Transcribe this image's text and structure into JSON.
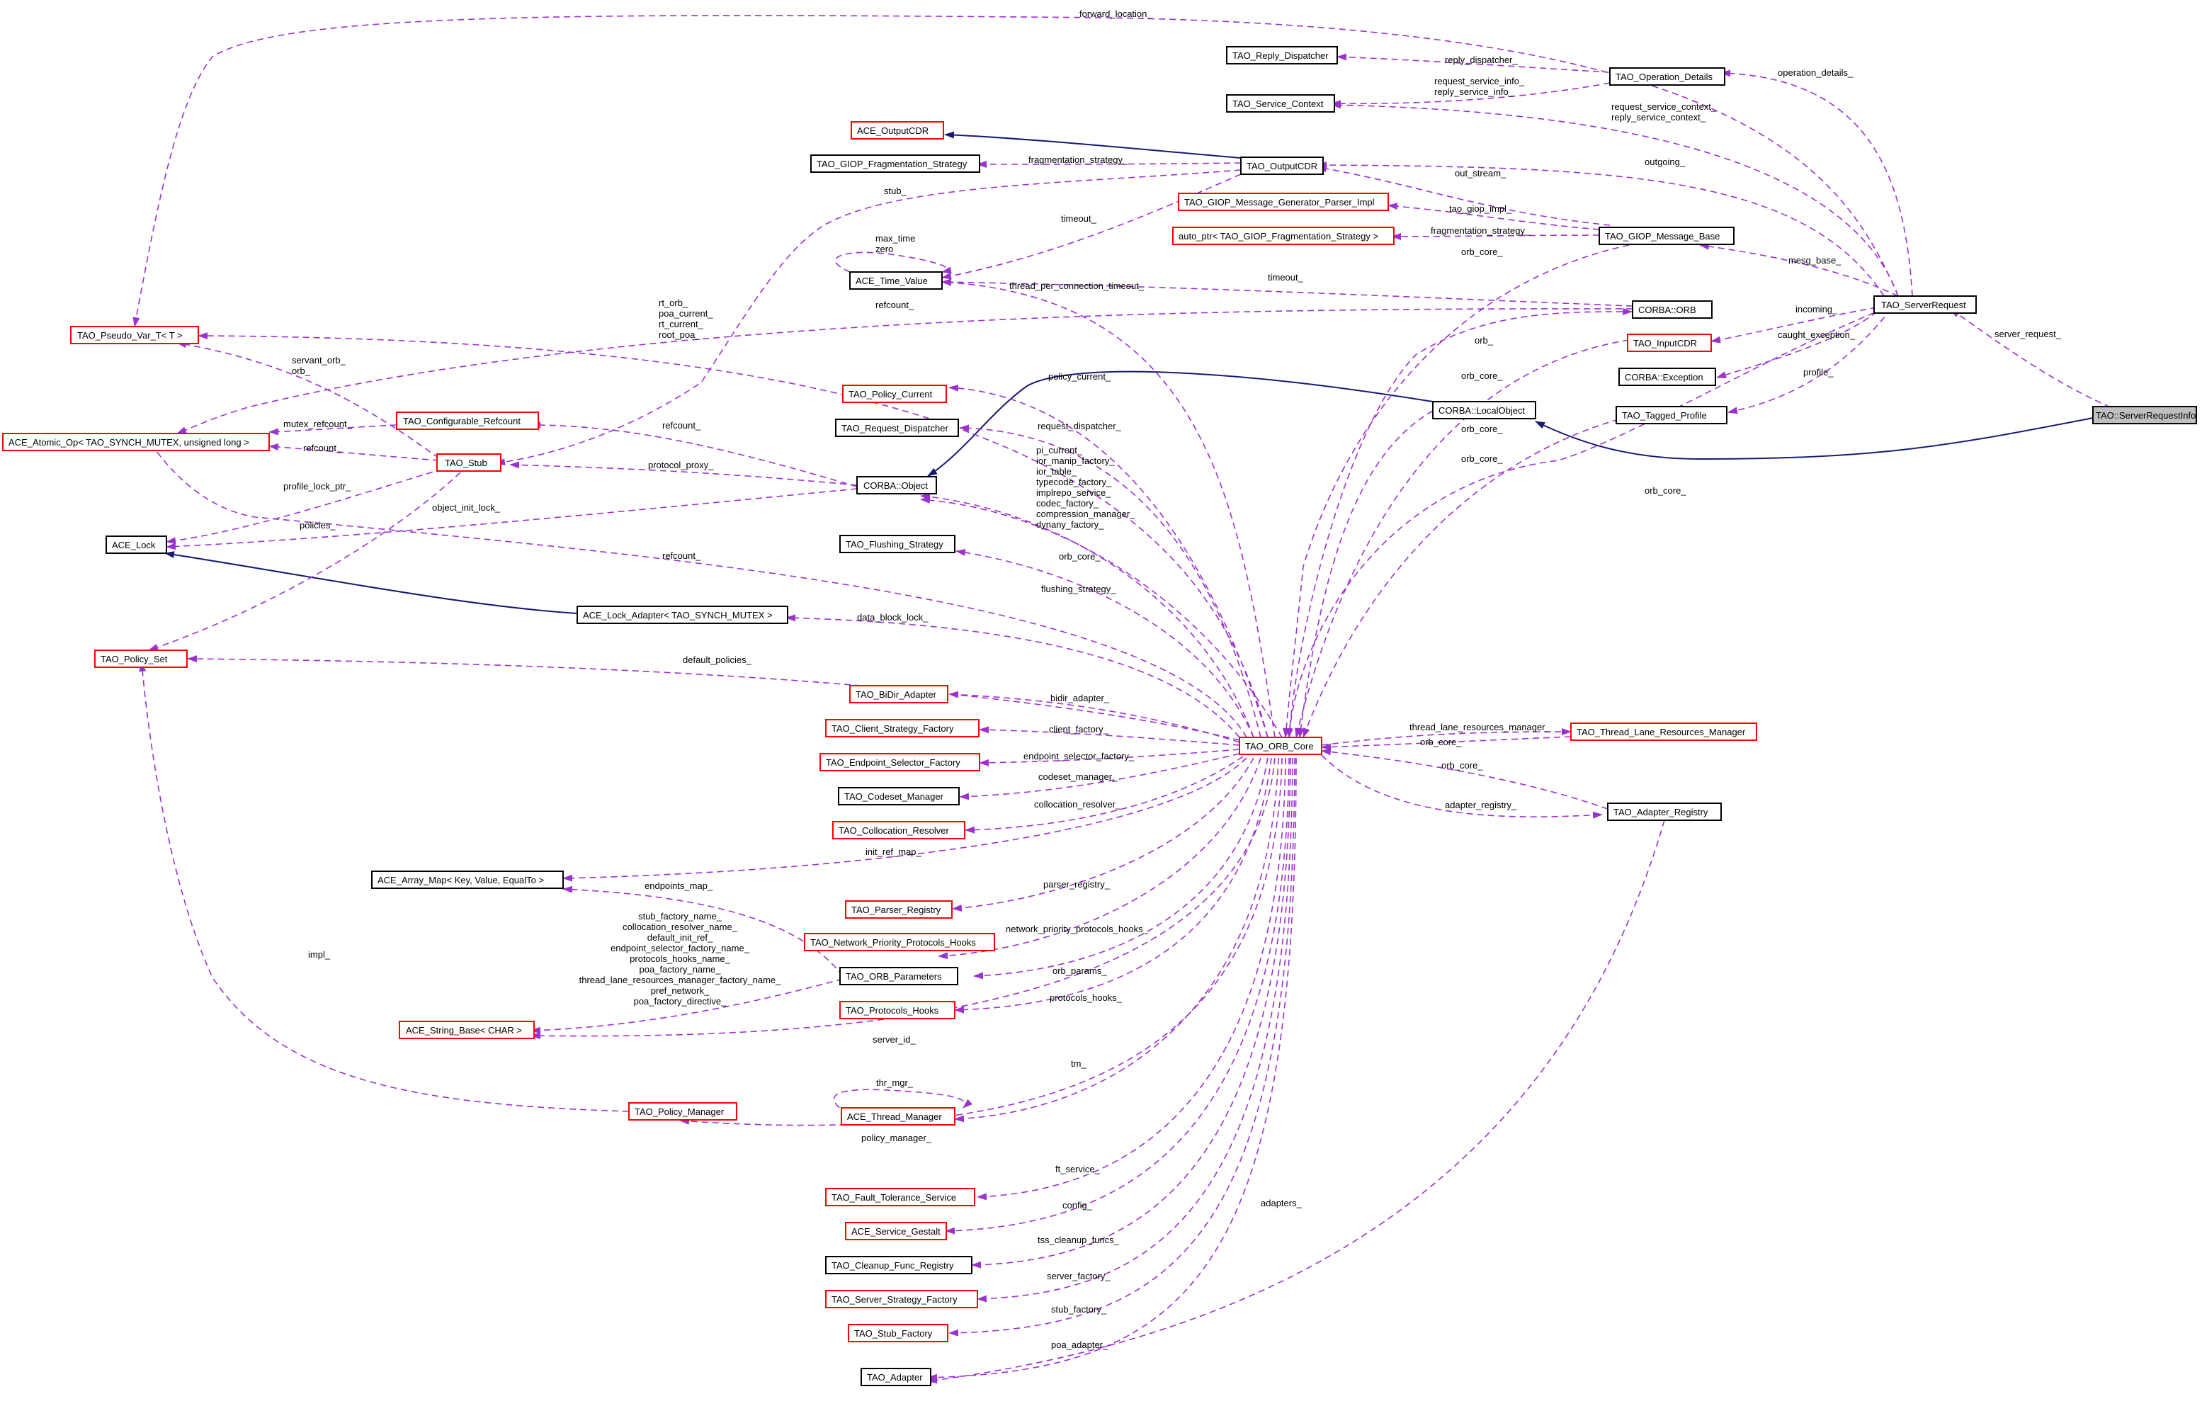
{
  "colors": {
    "usage_edge": "#9a32cd",
    "inheritance_edge": "#191970",
    "documented_border": "#000000",
    "undocumented_border": "#ff0000",
    "focus_fill": "#bfbfbf"
  },
  "nodes": {
    "tao_serverrequestinfo": "TAO::ServerRequestInfo",
    "tao_serverrequest": "TAO_ServerRequest",
    "corba_localobject": "CORBA::LocalObject",
    "corba_object": "CORBA::Object",
    "tao_orb_core": "TAO_ORB_Core",
    "tao_pseudo_var": "TAO_Pseudo_Var_T< T >",
    "ace_atomic_op": "ACE_Atomic_Op< TAO_SYNCH_MUTEX, unsigned long >",
    "ace_lock": "ACE_Lock",
    "tao_policy_set": "TAO_Policy_Set",
    "tao_stub": "TAO_Stub",
    "tao_configurable_refcount": "TAO_Configurable_Refcount",
    "ace_lock_adapter": "ACE_Lock_Adapter< TAO_SYNCH_MUTEX >",
    "ace_array_map": "ACE_Array_Map< Key, Value, EqualTo >",
    "ace_string_base": "ACE_String_Base< CHAR >",
    "tao_policy_manager": "TAO_Policy_Manager",
    "tao_reply_dispatcher": "TAO_Reply_Dispatcher",
    "tao_service_context": "TAO_Service_Context",
    "ace_outputcdr": "ACE_OutputCDR",
    "tao_giop_fragmentation_strategy": "TAO_GIOP_Fragmentation_Strategy",
    "tao_outputcdr": "TAO_OutputCDR",
    "tao_operation_details": "TAO_Operation_Details",
    "tao_giop_message_generator_parser_impl": "TAO_GIOP_Message_Generator_Parser_Impl",
    "auto_ptr_fragmentation_strategy": "auto_ptr< TAO_GIOP_Fragmentation_Strategy >",
    "tao_giop_message_base": "TAO_GIOP_Message_Base",
    "ace_time_value": "ACE_Time_Value",
    "corba_orb": "CORBA::ORB",
    "tao_inputcdr": "TAO_InputCDR",
    "corba_exception": "CORBA::Exception",
    "tao_tagged_profile": "TAO_Tagged_Profile",
    "tao_policy_current": "TAO_Policy_Current",
    "tao_request_dispatcher": "TAO_Request_Dispatcher",
    "tao_flushing_strategy": "TAO_Flushing_Strategy",
    "tao_bidir_adapter": "TAO_BiDir_Adapter",
    "tao_client_strategy_factory": "TAO_Client_Strategy_Factory",
    "tao_endpoint_selector_factory": "TAO_Endpoint_Selector_Factory",
    "tao_codeset_manager": "TAO_Codeset_Manager",
    "tao_collocation_resolver": "TAO_Collocation_Resolver",
    "tao_parser_registry": "TAO_Parser_Registry",
    "tao_network_priority_protocols_hooks": "TAO_Network_Priority_Protocols_Hooks",
    "tao_orb_parameters": "TAO_ORB_Parameters",
    "tao_protocols_hooks": "TAO_Protocols_Hooks",
    "ace_thread_manager": "ACE_Thread_Manager",
    "tao_fault_tolerance_service": "TAO_Fault_Tolerance_Service",
    "ace_service_gestalt": "ACE_Service_Gestalt",
    "tao_cleanup_func_registry": "TAO_Cleanup_Func_Registry",
    "tao_server_strategy_factory": "TAO_Server_Strategy_Factory",
    "tao_stub_factory": "TAO_Stub_Factory",
    "tao_adapter": "TAO_Adapter",
    "tao_thread_lane_resources_manager": "TAO_Thread_Lane_Resources_Manager",
    "tao_adapter_registry": "TAO_Adapter_Registry"
  },
  "edge_labels": {
    "forward_location": "forward_location_",
    "reply_dispatcher": "reply_dispatcher_",
    "operation_details": "operation_details_",
    "request_service_info": [
      "request_service_info_",
      "reply_service_info_"
    ],
    "request_service_context": [
      "request_service_context_",
      "reply_service_context_"
    ],
    "fragmentation_strategy_1": "fragmentation_strategy_",
    "outgoing": "outgoing_",
    "stub": "stub_",
    "out_stream": "out_stream_",
    "tao_giop_impl": "tao_giop_impl_",
    "timeout_1": "timeout_",
    "max_time_zero": [
      "max_time",
      "zero"
    ],
    "fragmentation_strategy_2": "fragmentation_strategy_",
    "orb_core_giop": "orb_core_",
    "mesg_base": "mesg_base_",
    "thread_per_connection_timeout": "thread_per_connection_timeout_",
    "timeout_2": "timeout_",
    "refcount_orb": "refcount_",
    "pseudo_var_users": [
      "rt_orb_",
      "poa_current_",
      "rt_current_",
      "root_poa_"
    ],
    "incoming": "incoming_",
    "server_request": "server_request_",
    "orb": "orb_",
    "caught_exception": "caught_exception_",
    "servant_orb": [
      "servant_orb_",
      "orb_"
    ],
    "orb_core_inputcdr": "orb_core_",
    "policy_current": "policy_current_",
    "profile": "profile_",
    "mutex_refcount": "mutex_refcount_",
    "refcount_stub": "refcount_",
    "refcount_object": "refcount_",
    "request_dispatcher": "request_dispatcher_",
    "orb_core_localobject": "orb_core_",
    "protocol_proxy": "protocol_proxy_",
    "orb_core_tagged": "orb_core_",
    "profile_lock_ptr": "profile_lock_ptr_",
    "object_users": [
      "pi_current_",
      "ior_manip_factory_",
      "ior_table_",
      "typecode_factory_",
      "implrepo_service_",
      "codec_factory_",
      "compression_manager_",
      "dynany_factory_"
    ],
    "object_init_lock": "object_init_lock_",
    "policies": "policies_",
    "orb_core_request": "orb_core_",
    "orb_core_object": "orb_core_",
    "refcount_atomic": "refcount_",
    "flushing_strategy": "flushing_strategy_",
    "data_block_lock": "data_block_lock_",
    "default_policies": "default_policies_",
    "bidir_adapter": "bidir_adapter_",
    "thread_lane_resources_manager": "thread_lane_resources_manager_",
    "orb_core_lane": "orb_core_",
    "client_factory": "client_factory_",
    "endpoint_selector_factory": "endpoint_selector_factory_",
    "orb_core_registry": "orb_core_",
    "codeset_manager": "codeset_manager_",
    "adapter_registry": "adapter_registry_",
    "collocation_resolver": "collocation_resolver_",
    "init_ref_map": "init_ref_map_",
    "endpoints_map": "endpoints_map_",
    "parser_registry": "parser_registry_",
    "string_users": [
      "stub_factory_name_",
      "collocation_resolver_name_",
      "default_init_ref_",
      "endpoint_selector_factory_name_",
      "protocols_hooks_name_",
      "poa_factory_name_",
      "thread_lane_resources_manager_factory_name_",
      "pref_network_",
      "poa_factory_directive_"
    ],
    "network_priority_protocols_hooks": "network_priority_protocols_hooks_",
    "impl": "impl_",
    "orb_params": "orb_params_",
    "protocols_hooks": "protocols_hooks_",
    "server_id": "server_id_",
    "tm": "tm_",
    "thr_mgr": "thr_mgr_",
    "policy_manager": "policy_manager_",
    "adapters": "adapters_",
    "ft_service": "ft_service_",
    "config": "config_",
    "tss_cleanup_funcs": "tss_cleanup_funcs_",
    "server_factory": "server_factory_",
    "stub_factory": "stub_factory_",
    "poa_adapter": "poa_adapter_"
  }
}
